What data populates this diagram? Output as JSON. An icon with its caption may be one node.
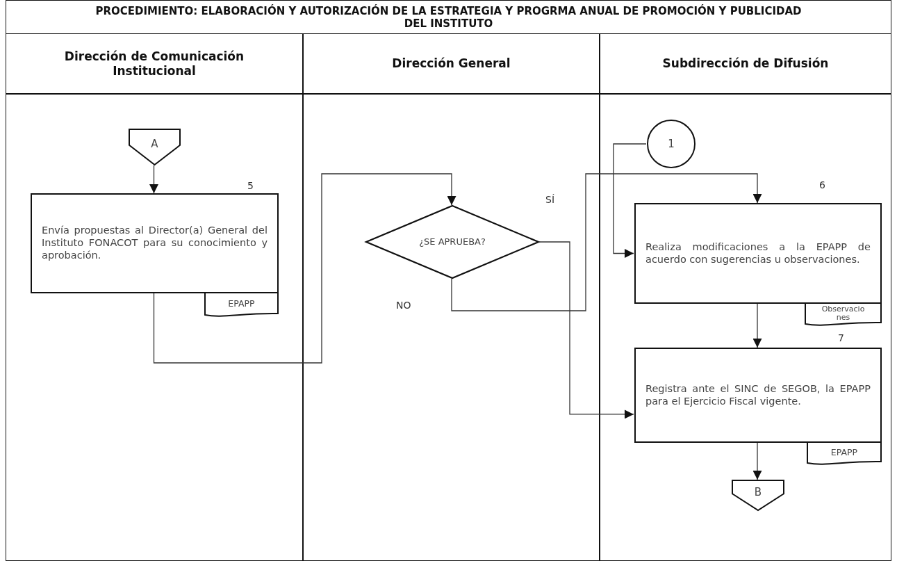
{
  "diagram": {
    "title": "PROCEDIMIENTO: ELABORACIÓN Y AUTORIZACIÓN DE LA ESTRATEGIA Y PROGRMA ANUAL DE PROMOCIÓN Y PUBLICIDAD DEL INSTITUTO",
    "nodes": [
      {
        "text": [
          "Dirección de Comunicación Institucional"
        ]
      },
      {
        "text": [
          "Dirección General"
        ]
      },
      {
        "text": [
          "Subdirección de Difusión"
        ]
      },
      {
        "text": [
          "A"
        ],
        "in": 0
      },
      {
        "text": [
          "Envía propuestas al Director(a) General del Instituto FONACOT para su conocimiento y aprobación."
        ],
        "beside": [
          "5"
        ],
        "in": 0
      },
      {
        "text": [
          "EPAPP"
        ],
        "in": 0
      },
      {
        "text": [
          "¿SE APRUEBA?"
        ],
        "in": 1
      },
      {
        "text": [
          "1"
        ],
        "in": 2
      },
      {
        "text": [
          "Realiza modificaciones a la EPAPP de acuerdo con sugerencias u observaciones."
        ],
        "beside": [
          "6"
        ],
        "in": 2
      },
      {
        "text": [
          "Observaciones"
        ],
        "in": 2
      },
      {
        "text": [
          "Registra ante el SINC de SEGOB, la EPAPP para el Ejercicio Fiscal vigente."
        ],
        "beside": [
          "7"
        ],
        "in": 2
      },
      {
        "text": [
          "EPAPP"
        ],
        "in": 2
      },
      {
        "text": [
          "B"
        ],
        "in": 2
      }
    ],
    "edges": [
      {
        "from": 3,
        "to": 4,
        "arrow": "to"
      },
      {
        "from": 4,
        "to": 6,
        "arrow": "to"
      },
      {
        "from": 6,
        "to": 10,
        "arrow": "to",
        "label": "SÍ"
      },
      {
        "from": 6,
        "to": 8,
        "arrow": "to",
        "label": "NO"
      },
      {
        "from": 7,
        "to": 8,
        "arrow": "to"
      },
      {
        "from": 8,
        "to": 10,
        "arrow": "to"
      },
      {
        "from": 10,
        "to": 12,
        "arrow": "to"
      }
    ]
  }
}
